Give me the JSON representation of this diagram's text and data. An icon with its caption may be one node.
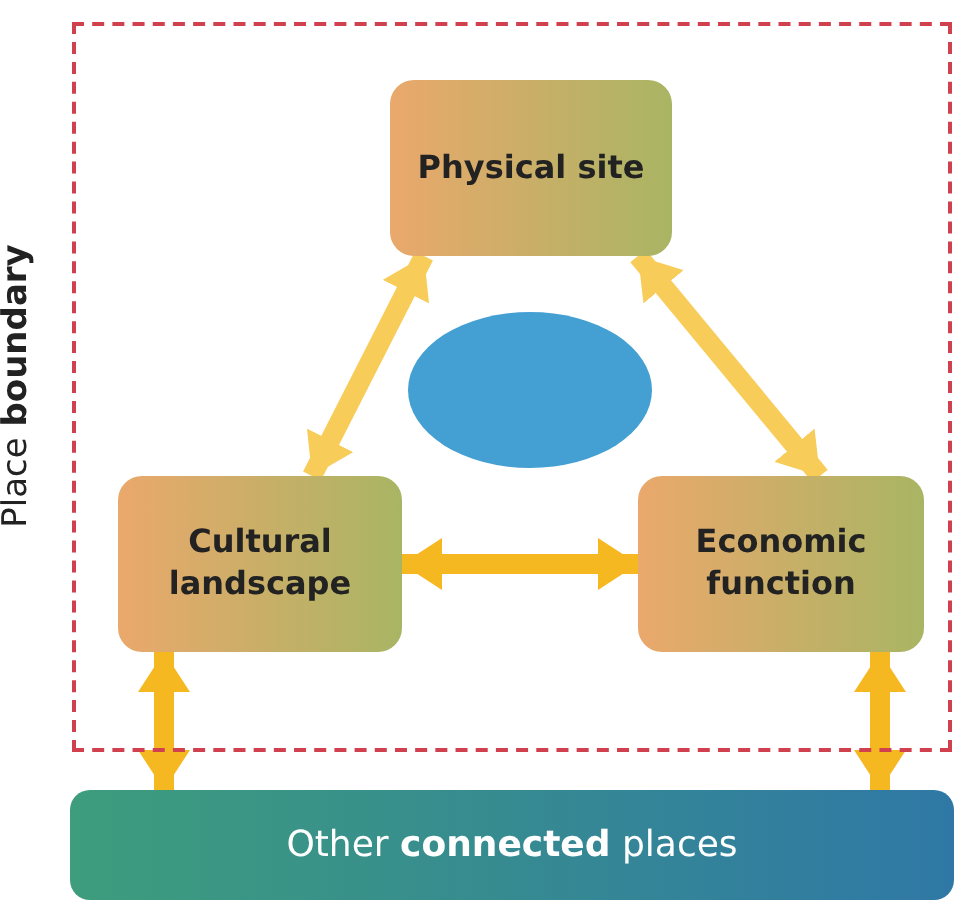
{
  "diagram": {
    "nodes": [
      {
        "text": [
          "Place **boundary**"
        ]
      },
      {
        "text": [
          "Physical site"
        ],
        "in": 0
      },
      {
        "text": [
          "Cultural landscape"
        ],
        "in": 0
      },
      {
        "text": [
          "Economic function"
        ],
        "in": 0
      },
      {
        "text": [],
        "shape": "ellipse",
        "in": 0
      },
      {
        "text": [
          "Other **connected** places"
        ]
      }
    ],
    "edges": [
      {
        "from": 2,
        "to": 1,
        "arrow": "both",
        "color": "#f8cc58"
      },
      {
        "from": 3,
        "to": 1,
        "arrow": "both",
        "color": "#f8cc58"
      },
      {
        "from": 2,
        "to": 3,
        "arrow": "both"
      },
      {
        "from": 2,
        "to": 5,
        "arrow": "both"
      },
      {
        "from": 3,
        "to": 5,
        "arrow": "both"
      }
    ]
  }
}
